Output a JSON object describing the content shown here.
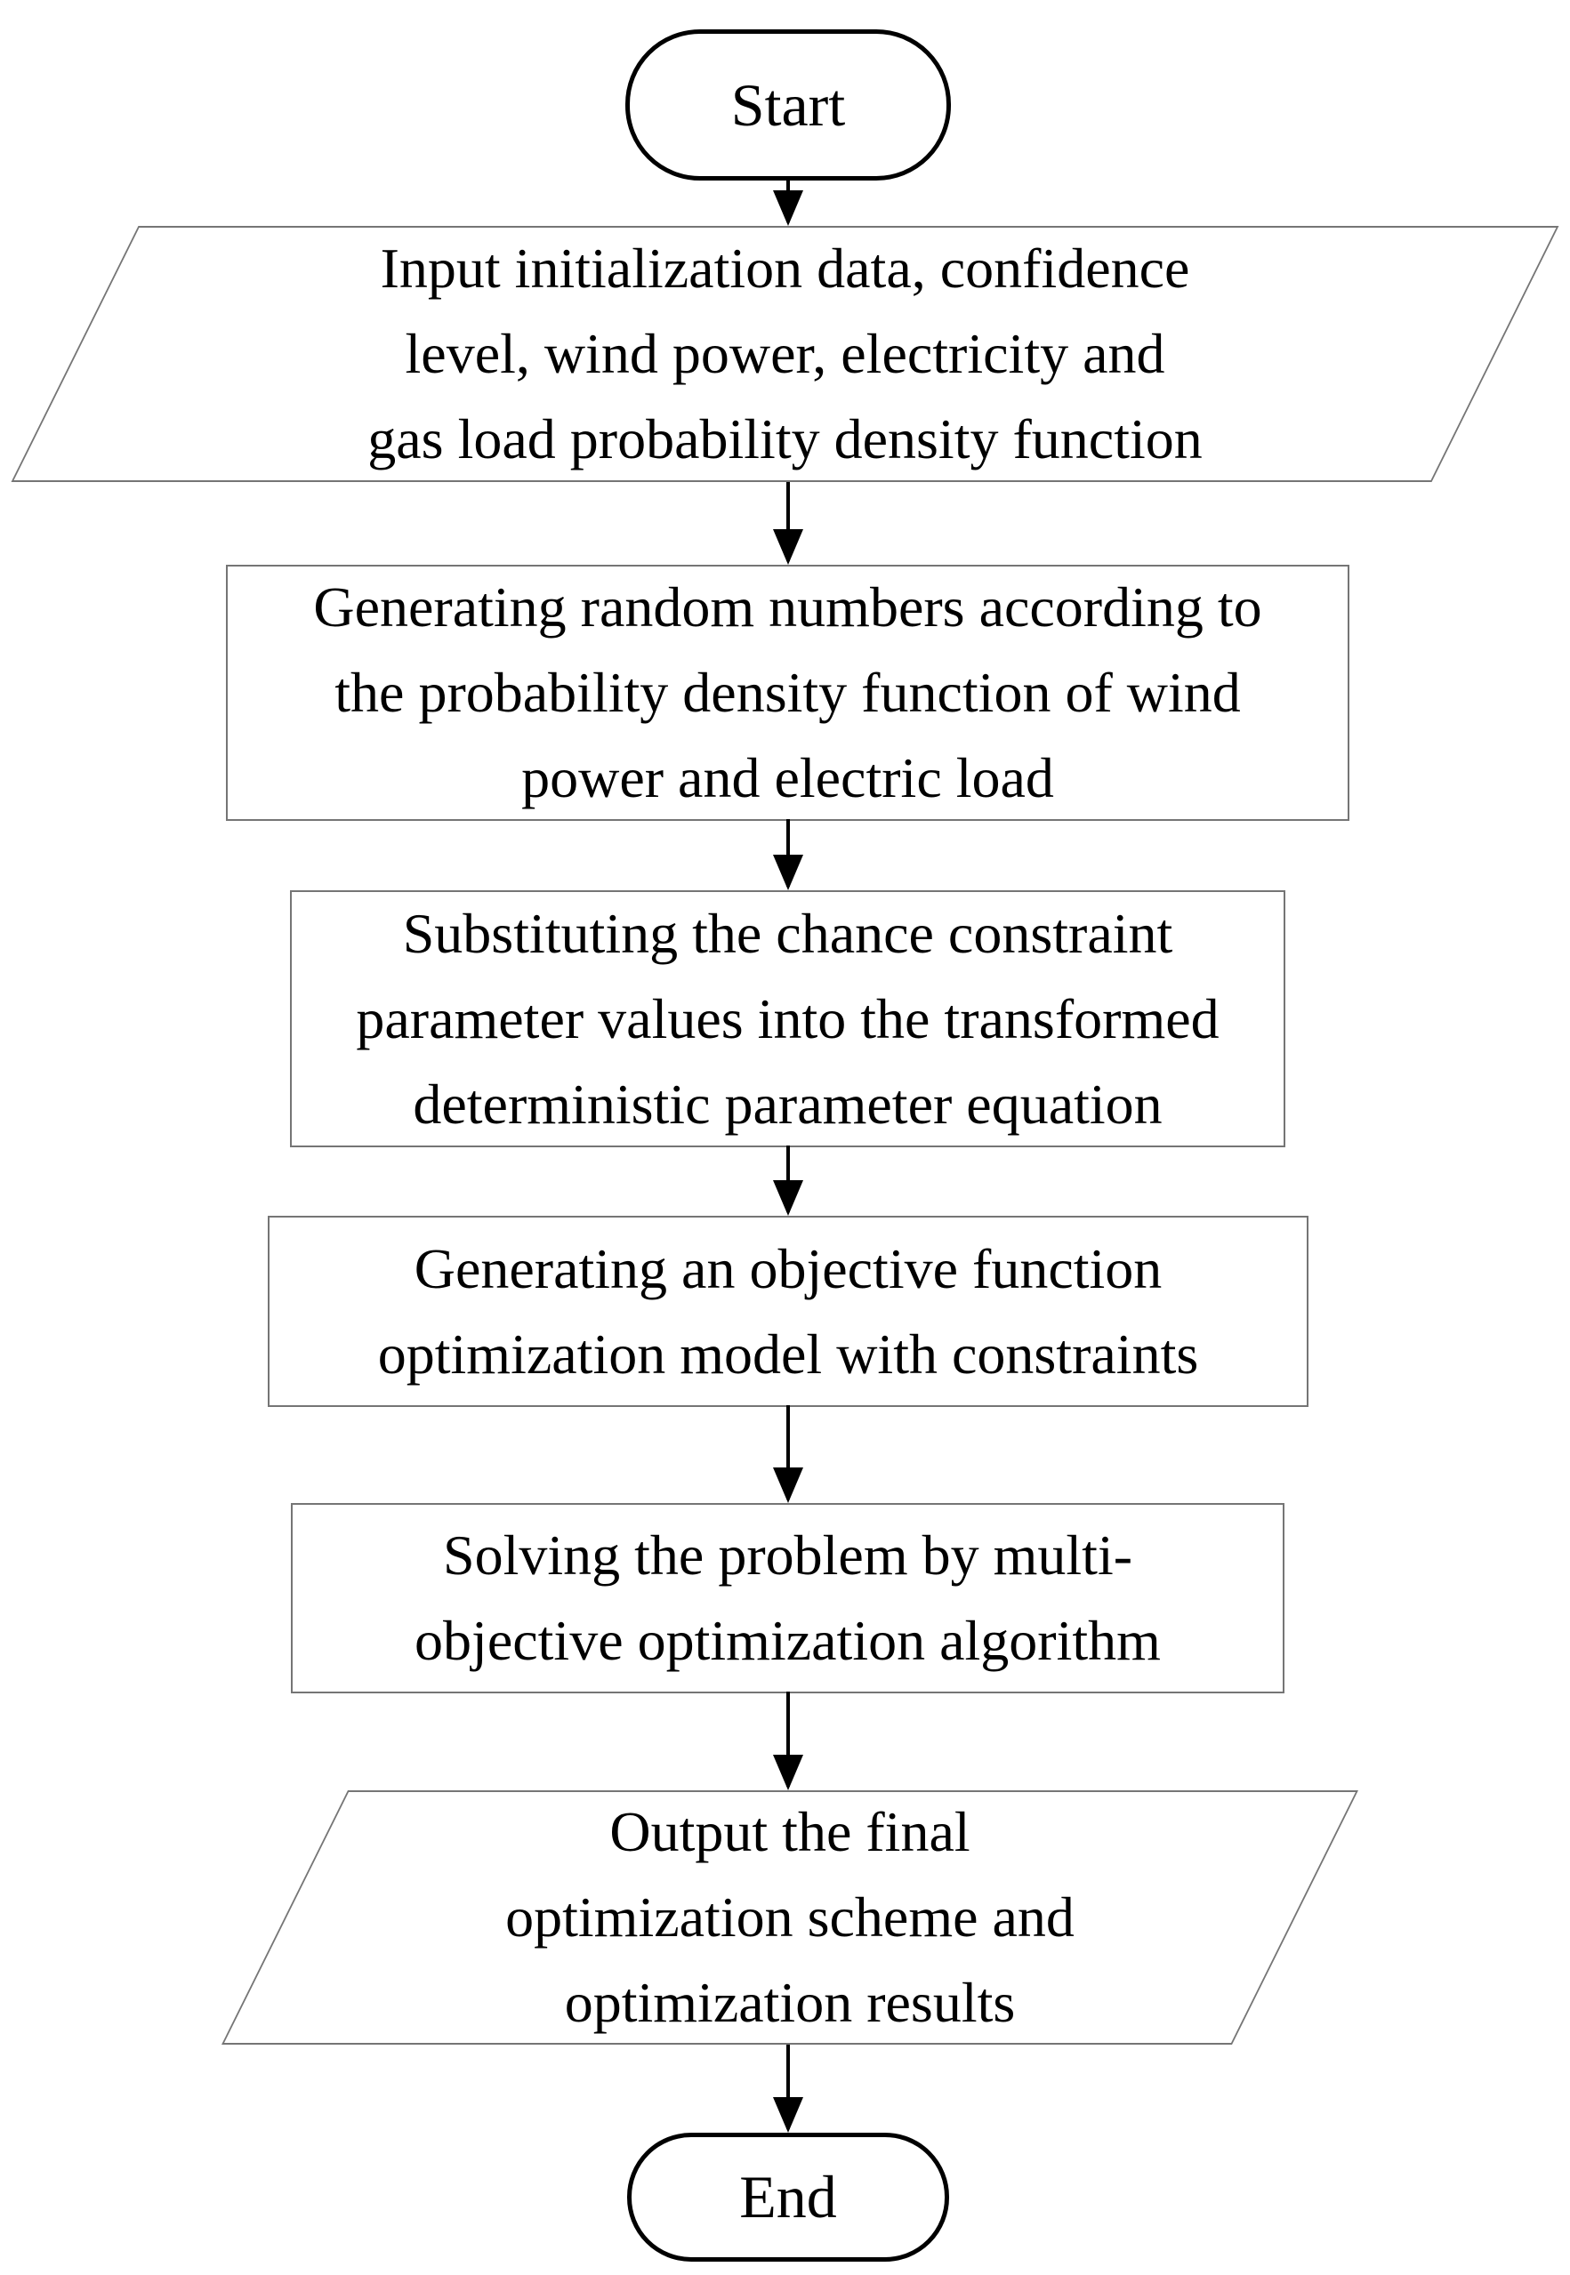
{
  "flowchart": {
    "start": {
      "label": "Start"
    },
    "input": {
      "label": "Input initialization data, confidence\nlevel, wind power, electricity and\ngas load probability density function"
    },
    "generate_random": {
      "label": "Generating random numbers according to\nthe probability density function of wind\npower and electric load"
    },
    "substitute": {
      "label": "Substituting the chance constraint\nparameter values into the transformed\ndeterministic parameter equation"
    },
    "objective_model": {
      "label": "Generating an objective function\noptimization model with constraints"
    },
    "solve": {
      "label": "Solving the problem by multi-\nobjective optimization algorithm"
    },
    "output": {
      "label": "Output the final\noptimization scheme and\noptimization results"
    },
    "end": {
      "label": "End"
    }
  },
  "colors": {
    "background": "#ffffff",
    "text": "#000000",
    "terminator_border": "#000000",
    "shape_border": "#757575",
    "arrow": "#000000"
  }
}
